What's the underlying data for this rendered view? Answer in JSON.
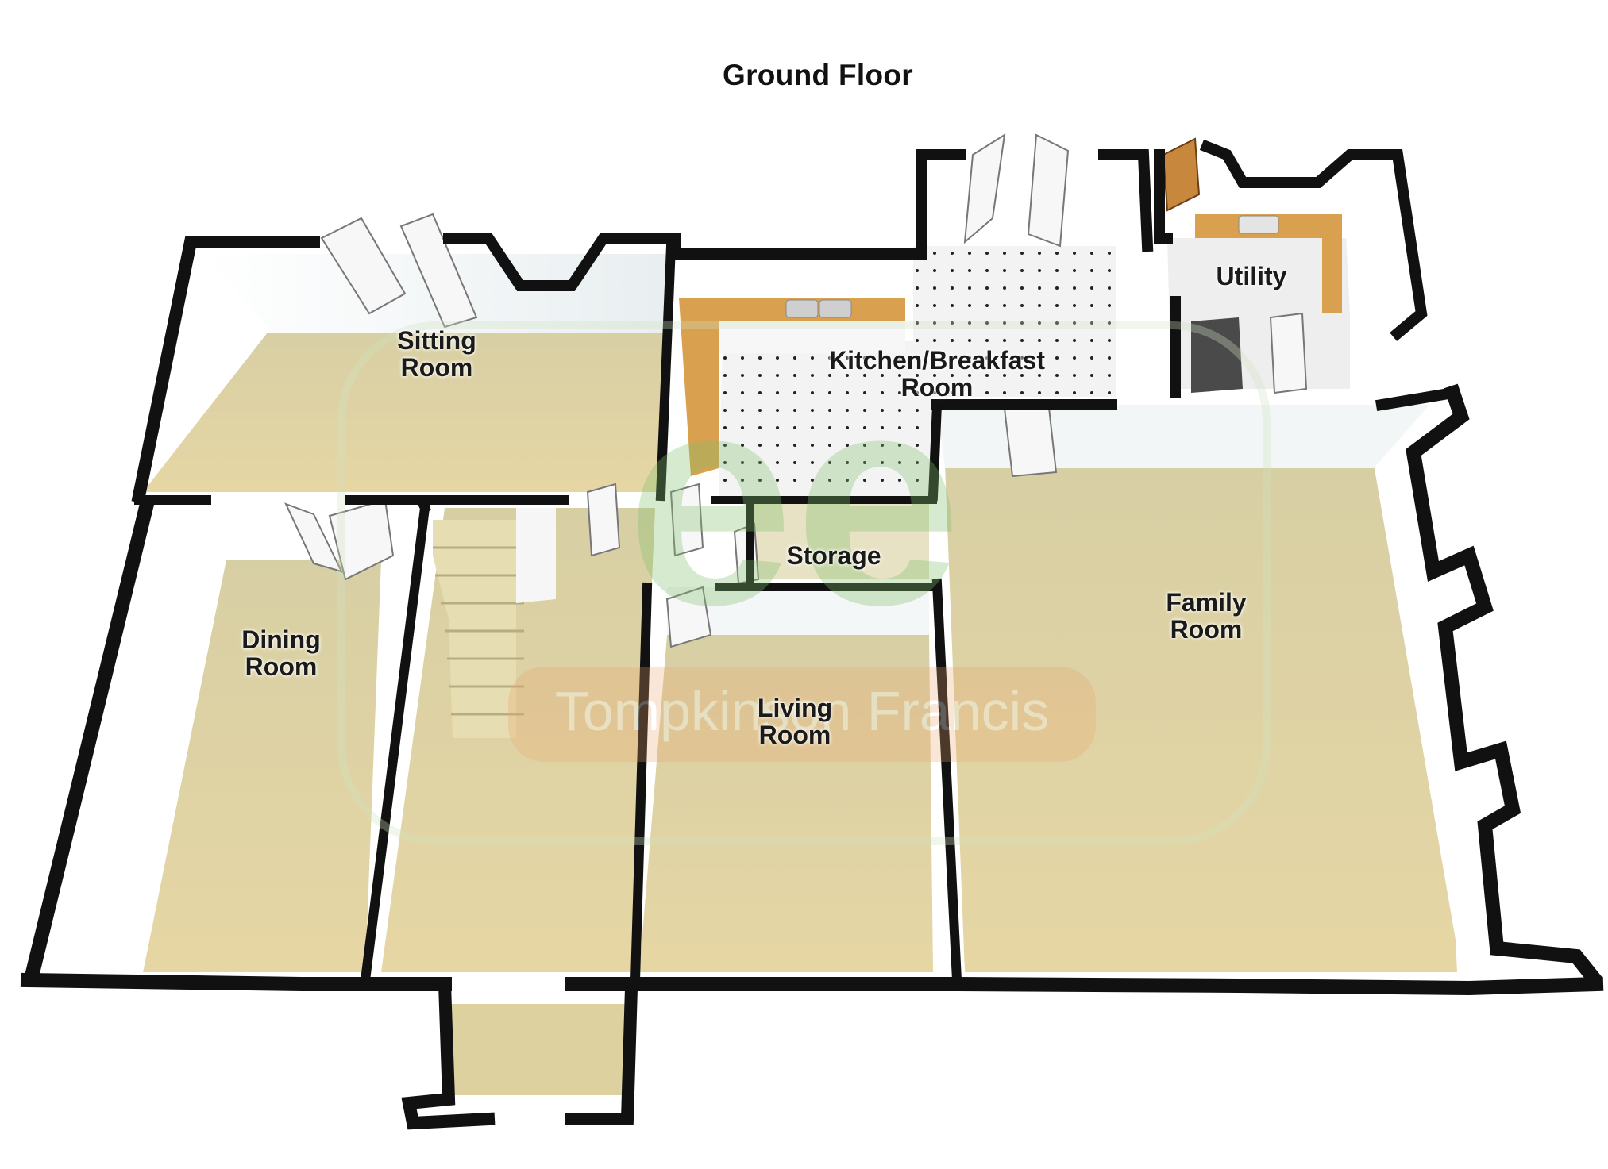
{
  "title": "Ground Floor",
  "rooms": {
    "sitting": [
      "Sitting",
      "Room"
    ],
    "kitchen": [
      "Kitchen/Breakfast",
      "Room"
    ],
    "utility": [
      "Utility"
    ],
    "storage": [
      "Storage"
    ],
    "dining": [
      "Dining",
      "Room"
    ],
    "family": [
      "Family",
      "Room"
    ],
    "living": [
      "Living",
      "Room"
    ]
  },
  "watermark": {
    "logo": "ee",
    "text": "Tompkinson Francis"
  },
  "colors": {
    "carpet": "#ddd3a8",
    "wall": "#111111",
    "worktop": "#d9a050",
    "tile": "#f1f1f1",
    "watermark_green": "#9fc78f",
    "watermark_orange": "#e79a5a",
    "watermark_red": "#e36a5a"
  }
}
